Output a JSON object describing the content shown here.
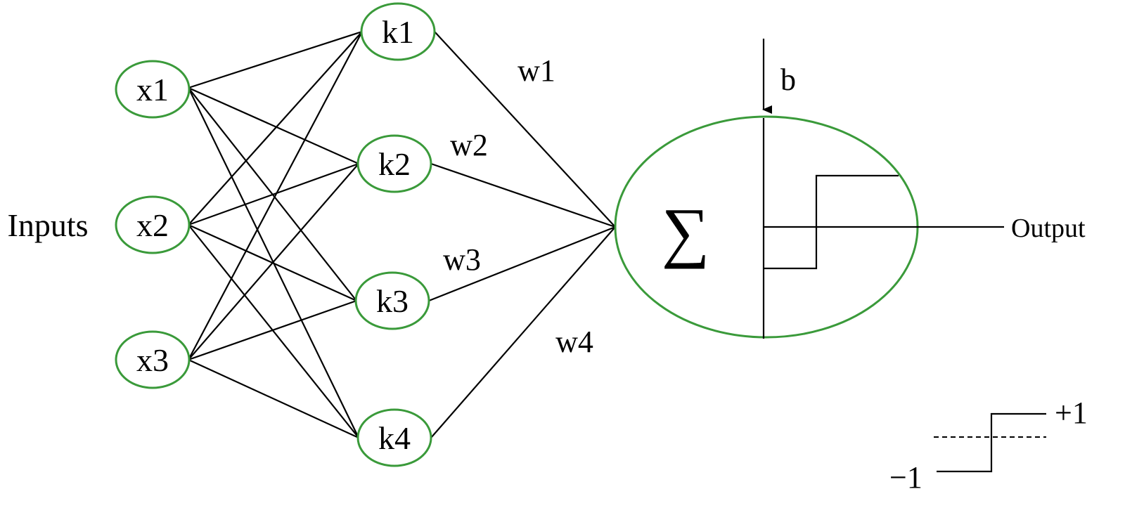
{
  "colors": {
    "node_stroke": "#3a9a3a",
    "line": "#000000",
    "background": "#ffffff"
  },
  "inputs_label": "Inputs",
  "input_nodes": [
    {
      "id": "x1",
      "label": "x1"
    },
    {
      "id": "x2",
      "label": "x2"
    },
    {
      "id": "x3",
      "label": "x3"
    }
  ],
  "hidden_nodes": [
    {
      "id": "k1",
      "label": "k1"
    },
    {
      "id": "k2",
      "label": "k2"
    },
    {
      "id": "k3",
      "label": "k3"
    },
    {
      "id": "k4",
      "label": "k4"
    }
  ],
  "weights": [
    {
      "from": "k1",
      "label": "w1"
    },
    {
      "from": "k2",
      "label": "w2"
    },
    {
      "from": "k3",
      "label": "w3"
    },
    {
      "from": "k4",
      "label": "w4"
    }
  ],
  "summation": {
    "symbol": "∑",
    "bias_label": "b"
  },
  "output_label": "Output",
  "legend": {
    "plus": "+1",
    "minus": "−1"
  }
}
